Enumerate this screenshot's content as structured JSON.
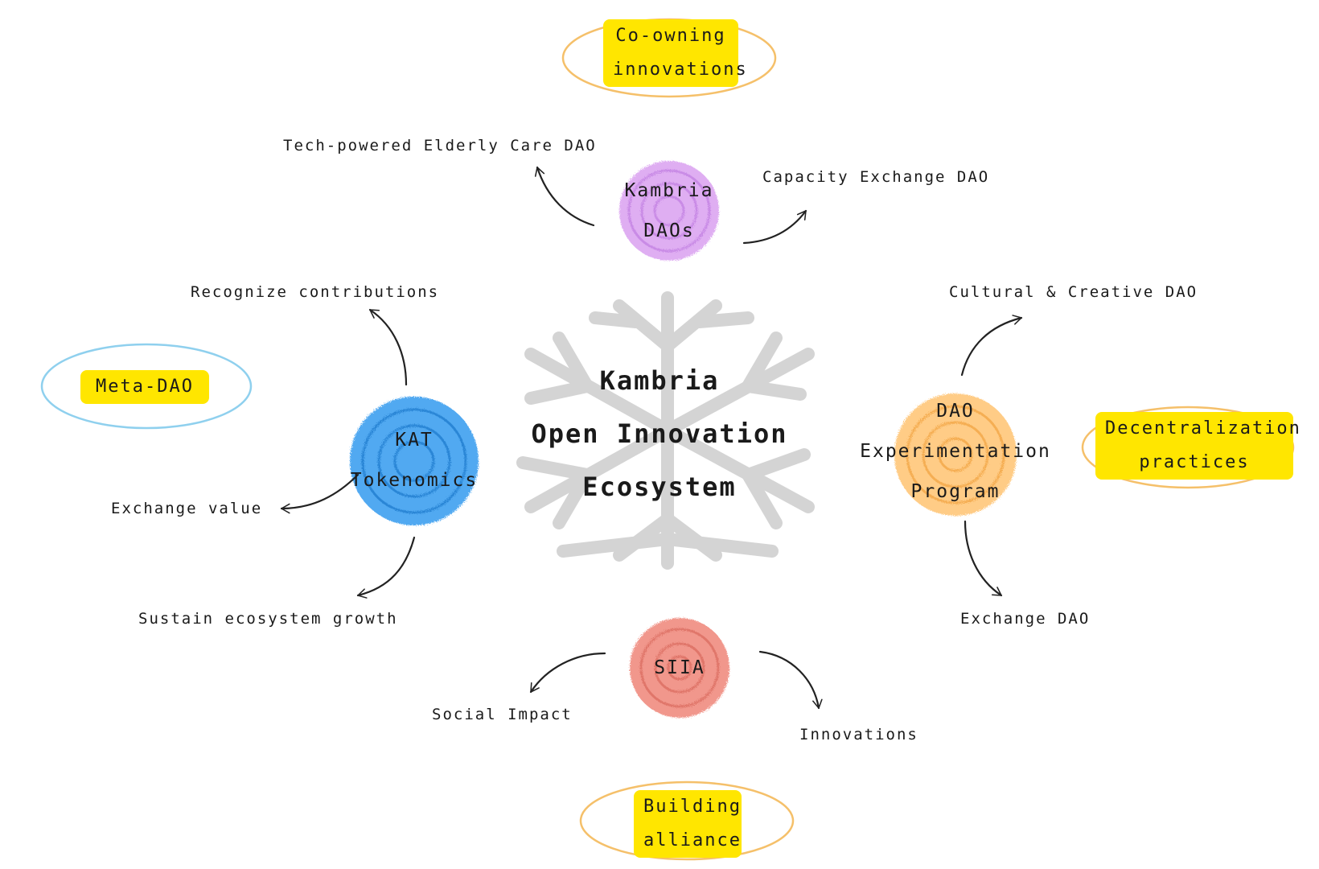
{
  "center": {
    "lines": [
      "Kambria",
      "Open Innovation",
      "Ecosystem"
    ]
  },
  "nodes": {
    "daos": {
      "lines": [
        "Kambria",
        "DAOs"
      ],
      "color": "#D9A0F0"
    },
    "kat": {
      "lines": [
        "KAT",
        "Tokenomics"
      ],
      "color": "#3EA0F0"
    },
    "dao_program": {
      "lines": [
        "DAO",
        "Experimentation",
        "Program"
      ],
      "color": "#FFC372"
    },
    "siia": {
      "lines": [
        "SIIA"
      ],
      "color": "#F08C80"
    }
  },
  "labels": {
    "elderly_care": "Tech-powered Elderly Care DAO",
    "capacity_exchange": "Capacity Exchange DAO",
    "recognize": "Recognize contributions",
    "cultural": "Cultural & Creative DAO",
    "exchange_value": "Exchange value",
    "sustain": "Sustain ecosystem growth",
    "exchange_dao": "Exchange DAO",
    "social_impact": "Social Impact",
    "innovations": "Innovations"
  },
  "tags": {
    "co_owning": [
      "Co-owning",
      "innovations"
    ],
    "meta_dao": [
      "Meta-DAO"
    ],
    "decentralization": [
      "Decentralization",
      "practices"
    ],
    "building": [
      "Building",
      "alliance"
    ]
  },
  "colors": {
    "tag_fill": "#FFE600",
    "tag_ring_orange": "#F5C06A",
    "tag_ring_blue": "#8FD0EE",
    "snowflake": "#D4D4D4",
    "arrow": "#222222"
  }
}
